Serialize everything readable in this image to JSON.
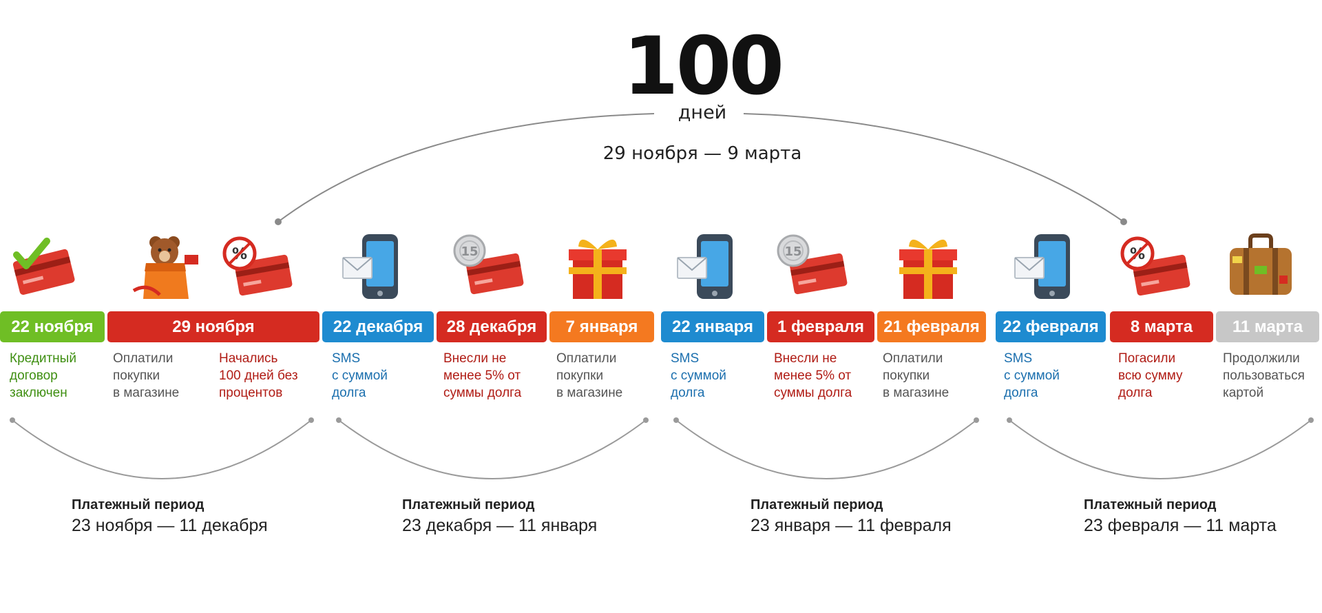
{
  "header": {
    "big_number": "100",
    "unit": "дней",
    "range": "29 ноября — 9 марта"
  },
  "events": [
    {
      "date": "22 ноября",
      "color": "#6fbe25",
      "icon": "credit-card-check-icon",
      "desc": [
        "Кредитный",
        "договор",
        "заключен"
      ]
    },
    {
      "date": "29 ноября",
      "color": "#d52b21",
      "icon": "teddy-bear-shopping-bag-icon",
      "desc": [
        "Оплатили",
        "покупки",
        "в магазине"
      ]
    },
    {
      "date": "",
      "color": "#d52b21",
      "icon": "credit-card-percent-icon",
      "desc": [
        "Начались",
        "100 дней без",
        "процентов"
      ]
    },
    {
      "date": "22 декабря",
      "color": "#1e8bd0",
      "icon": "phone-sms-icon",
      "desc": [
        "SMS",
        "с суммой",
        "долга"
      ]
    },
    {
      "date": "28 декабря",
      "color": "#d52b21",
      "icon": "credit-card-coin-icon",
      "desc": [
        "Внесли не",
        "менее 5% от",
        "суммы долга"
      ]
    },
    {
      "date": "7 января",
      "color": "#f47920",
      "icon": "gift-box-icon",
      "desc": [
        "Оплатили",
        "покупки",
        "в магазине"
      ]
    },
    {
      "date": "22 января",
      "color": "#1e8bd0",
      "icon": "phone-sms-icon",
      "desc": [
        "SMS",
        "с суммой",
        "долга"
      ]
    },
    {
      "date": "1 февраля",
      "color": "#d52b21",
      "icon": "credit-card-coin-icon",
      "desc": [
        "Внесли не",
        "менее 5% от",
        "суммы долга"
      ]
    },
    {
      "date": "21 февраля",
      "color": "#f47920",
      "icon": "gift-box-icon",
      "desc": [
        "Оплатили",
        "покупки",
        "в магазине"
      ]
    },
    {
      "date": "22 февраля",
      "color": "#1e8bd0",
      "icon": "phone-sms-icon",
      "desc": [
        "SMS",
        "с суммой",
        "долга"
      ]
    },
    {
      "date": "8 марта",
      "color": "#d52b21",
      "icon": "credit-card-percent-icon",
      "desc": [
        "Погасили",
        "всю сумму",
        "долга"
      ]
    },
    {
      "date": "11 марта",
      "color": "#c7c7c7",
      "icon": "suitcase-icon",
      "desc": [
        "Продолжили",
        "пользоваться",
        "картой"
      ]
    }
  ],
  "periods": [
    {
      "label": "Платежный период",
      "dates": "23 ноября — 11 декабря"
    },
    {
      "label": "Платежный период",
      "dates": "23 декабря — 11 января"
    },
    {
      "label": "Платежный период",
      "dates": "23 января — 11 февраля"
    },
    {
      "label": "Платежный период",
      "dates": "23 февраля — 11 марта"
    }
  ]
}
